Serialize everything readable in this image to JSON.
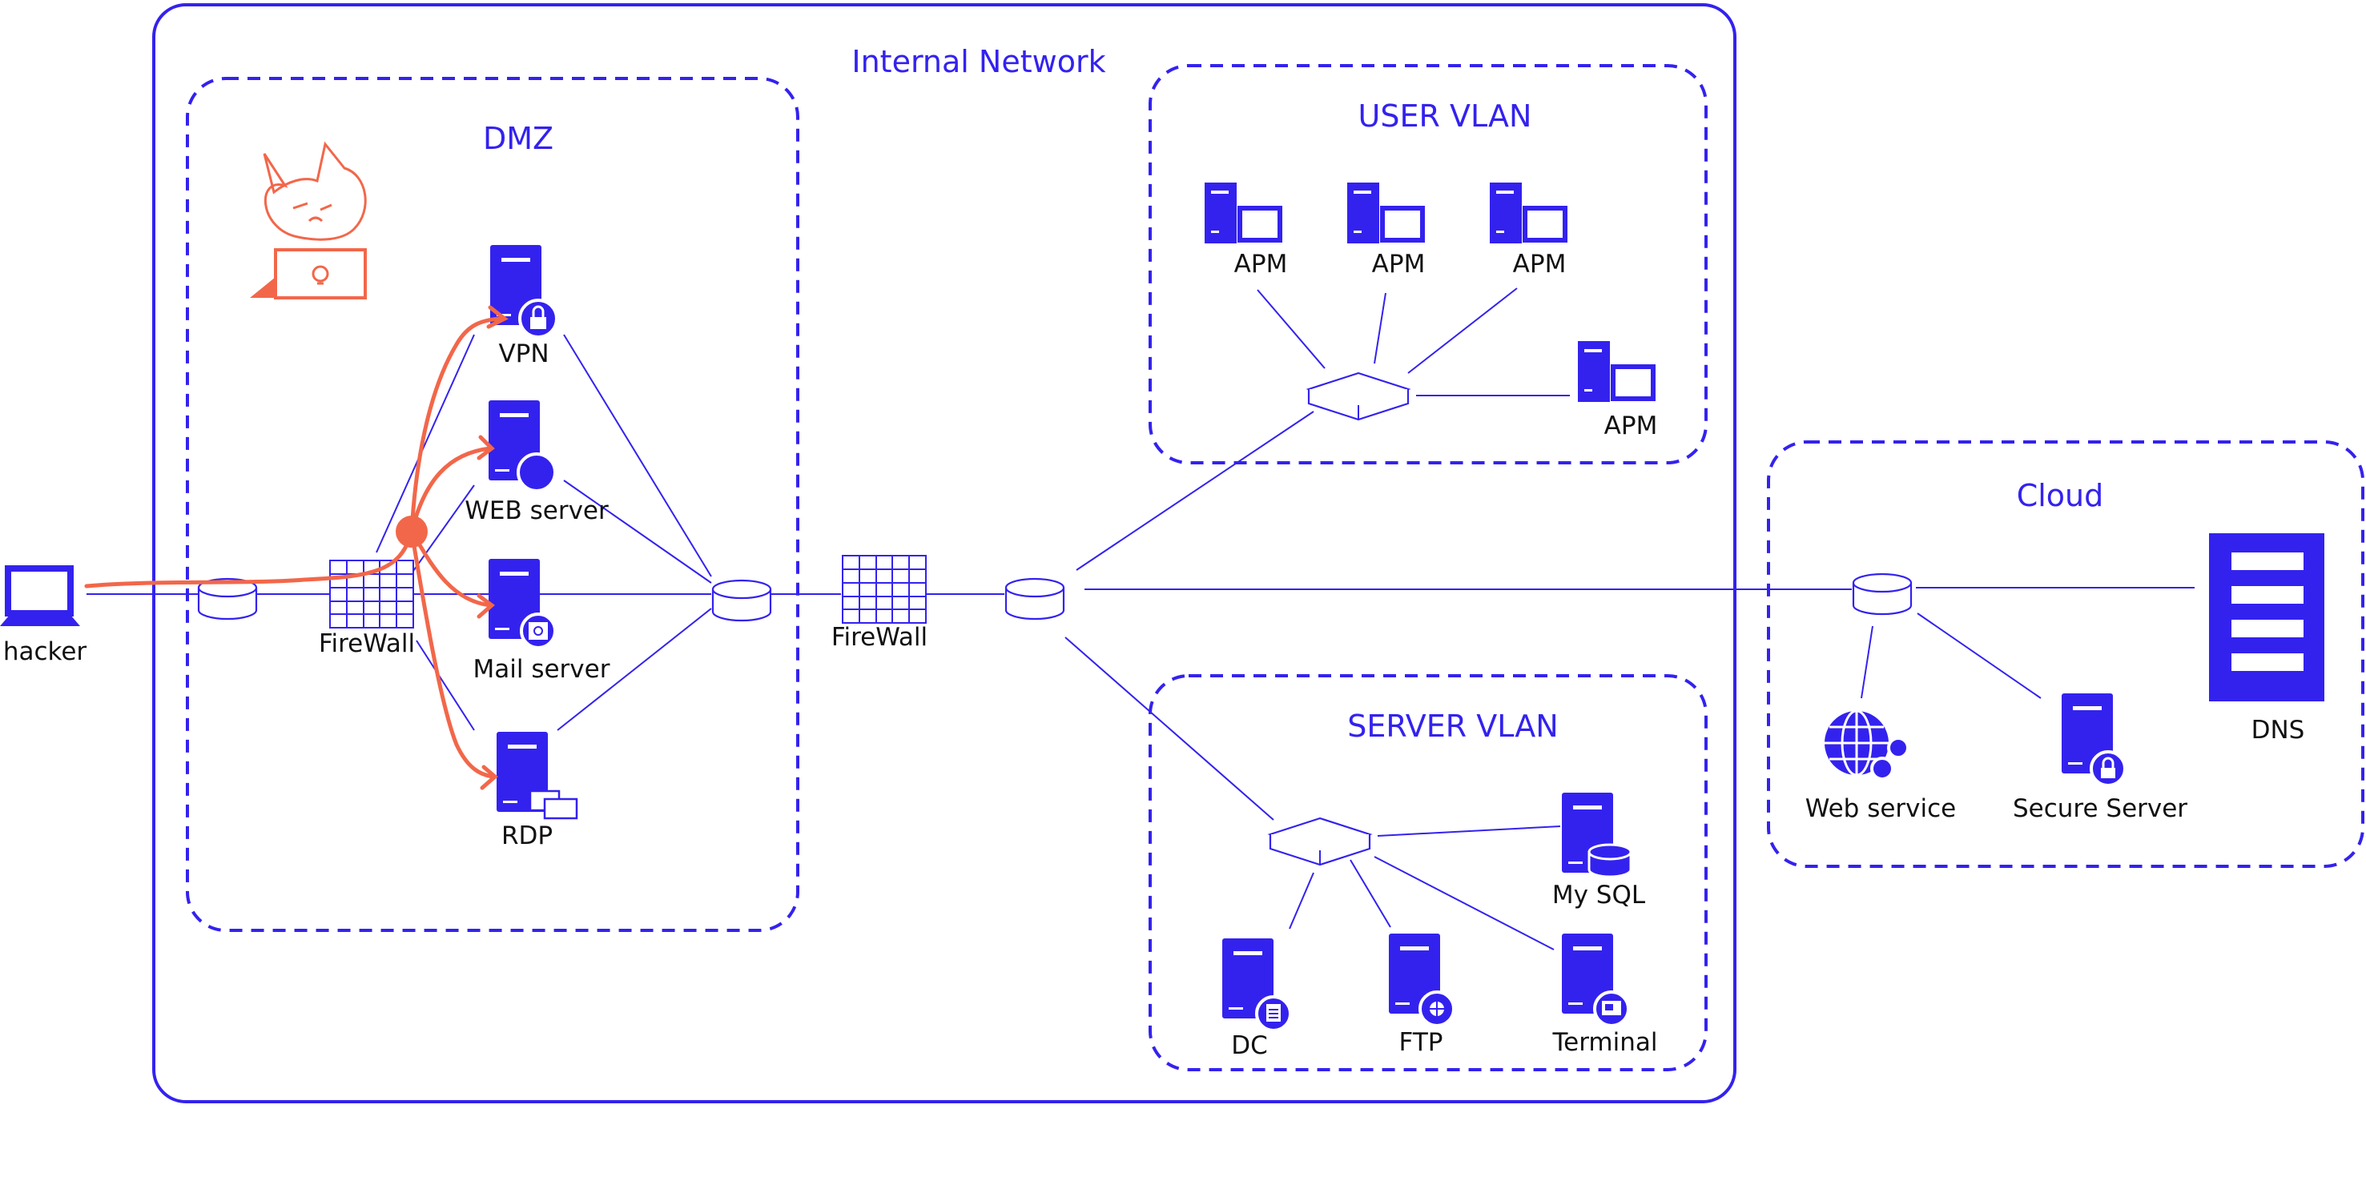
{
  "colors": {
    "accent": "#3322ee",
    "attack": "#f2674a",
    "text": "#111111",
    "background": "#ffffff"
  },
  "zones": {
    "internal_network": "Internal Network",
    "dmz": "DMZ",
    "user_vlan": "USER VLAN",
    "server_vlan": "SERVER VLAN",
    "cloud": "Cloud"
  },
  "nodes": {
    "hacker": "hacker",
    "firewall_outer": "FireWall",
    "vpn": "VPN",
    "web_server": "WEB server",
    "mail_server": "Mail server",
    "rdp": "RDP",
    "firewall_inner": "FireWall",
    "apm_1": "APM",
    "apm_2": "APM",
    "apm_3": "APM",
    "apm_4": "APM",
    "mysql": "My SQL",
    "dc": "DC",
    "ftp": "FTP",
    "terminal": "Terminal",
    "web_service": "Web service",
    "secure_server": "Secure Server",
    "dns": "DNS"
  },
  "icons": {
    "hacker": "laptop-icon",
    "router": "router-cylinder-icon",
    "firewall": "firewall-brick-icon",
    "server": "server-tower-icon",
    "workstation": "workstation-icon",
    "switch": "switch-icon",
    "web_service": "globe-gear-icon",
    "dns": "dns-rack-icon",
    "attacker": "hacker-cat-laptop-icon"
  }
}
